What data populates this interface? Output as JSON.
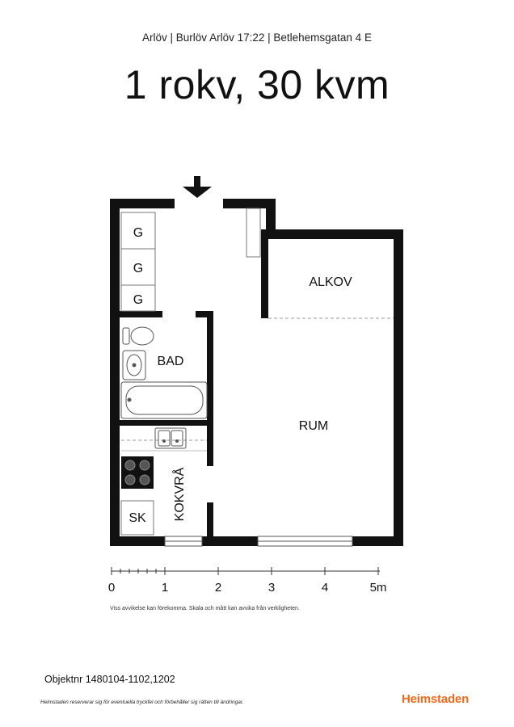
{
  "header": {
    "address_line": "Arlöv | Burlöv Arlöv 17:22 | Betlehemsgatan 4 E",
    "headline": "1 rokv, 30 kvm"
  },
  "rooms": {
    "storage_1": "G",
    "storage_2": "G",
    "storage_3": "G",
    "bathroom": "BAD",
    "kitchen": "KOKVRÅ",
    "closet": "SK",
    "alcove": "ALKOV",
    "living_room": "RUM"
  },
  "icons": {
    "entrance": "entrance-arrow-icon",
    "toilet": "toilet-icon",
    "sink": "washbasin-icon",
    "bathtub": "bathtub-icon",
    "kitchen_sink": "kitchen-sink-icon",
    "stove": "stove-icon"
  },
  "scale_bar": {
    "ticks": [
      "0",
      "1",
      "2",
      "3",
      "4",
      "5m"
    ]
  },
  "disclaimer": "Viss avvikelse kan förekomma. Skala och mått kan avvika från verkligheten.",
  "object_number": "Objektnr 1480104-1102,1202",
  "footnote": "Heimstaden reserverar sig för eventuella tryckfel och förbehåller sig rätten till ändringar.",
  "brand": {
    "name": "Heimstaden",
    "color": "#ee6b1d"
  }
}
